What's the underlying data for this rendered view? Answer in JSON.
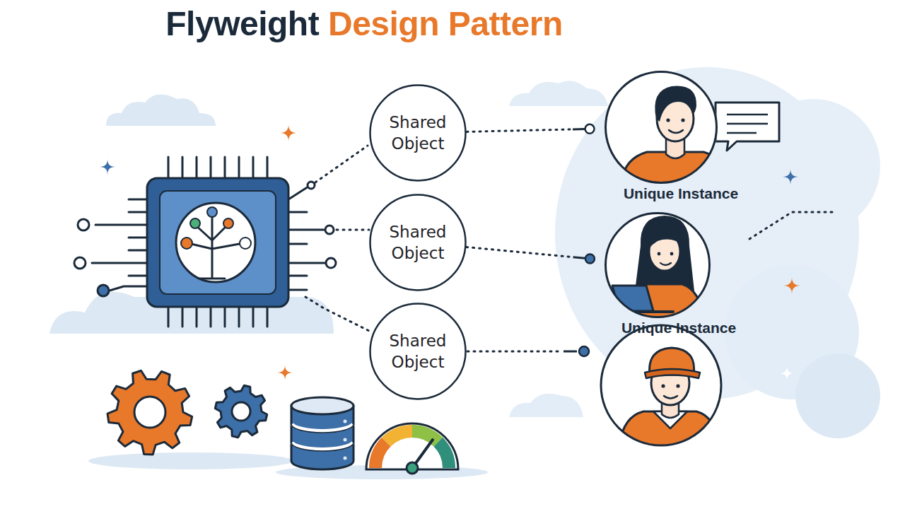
{
  "diagram": {
    "title": "Flyweight Design Pattern",
    "nodes": [
      {
        "text": [
          "Shared Object"
        ]
      },
      {
        "text": [
          "Shared Object"
        ]
      },
      {
        "text": [
          "Shared Object"
        ]
      },
      {
        "text": [
          "Unique Instance"
        ]
      },
      {
        "text": [
          "Unique Instance"
        ]
      }
    ],
    "edges": [
      {
        "from": 0,
        "to": 3,
        "arrow": "none"
      },
      {
        "from": 1,
        "to": 4,
        "arrow": "none"
      }
    ]
  }
}
